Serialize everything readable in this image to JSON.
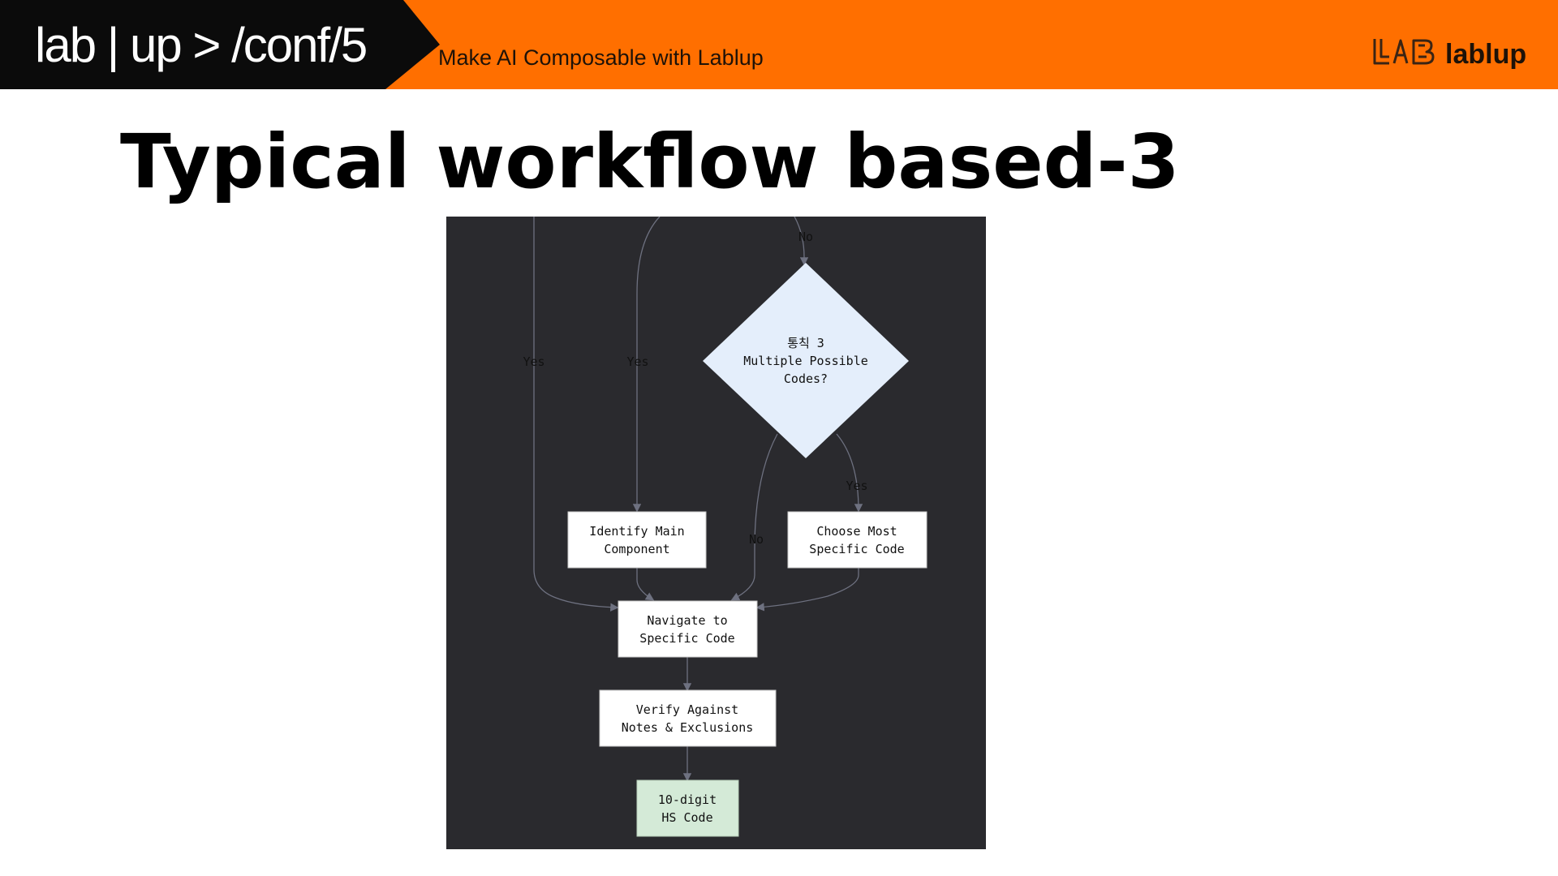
{
  "header": {
    "conf_logo": "lab | up > /conf/5",
    "tagline": "Make AI Composable with Lablup",
    "brand_name": "lablup",
    "colors": {
      "banner": "#ff6f00",
      "logo_block": "#0b0b0b"
    }
  },
  "slide": {
    "title": "Typical workflow based-3"
  },
  "flowchart": {
    "background": "#2a2a2e",
    "nodes": {
      "decision_rule3": [
        "통칙 3",
        "Multiple Possible",
        "Codes?"
      ],
      "identify_main": [
        "Identify Main",
        "Component"
      ],
      "choose_specific": [
        "Choose Most",
        "Specific Code"
      ],
      "navigate": [
        "Navigate to",
        "Specific Code"
      ],
      "verify": [
        "Verify Against",
        "Notes & Exclusions"
      ],
      "result": [
        "10-digit",
        "HS Code"
      ]
    },
    "edge_labels": {
      "top_no": "No",
      "left_yes": "Yes",
      "middle_yes": "Yes",
      "decision_yes": "Yes",
      "decision_no": "No"
    },
    "colors": {
      "decision_fill": "#e4eefb",
      "result_fill": "#d4ead7",
      "box_fill": "#ffffff",
      "edge": "#6e7180"
    }
  }
}
